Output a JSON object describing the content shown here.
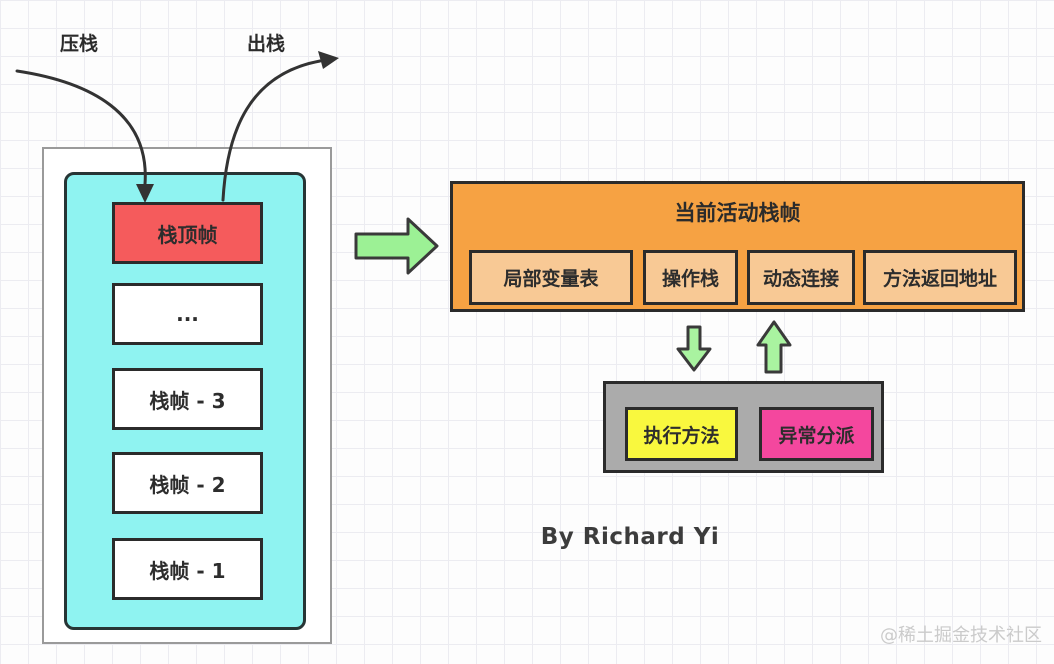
{
  "diagram": {
    "push_label": "压栈",
    "pop_label": "出栈",
    "stack": {
      "frames": [
        {
          "id": "top-frame",
          "label": "栈顶帧"
        },
        {
          "id": "ellipsis-frame",
          "label": "..."
        },
        {
          "id": "frame-3",
          "label": "栈帧 - 3"
        },
        {
          "id": "frame-2",
          "label": "栈帧 - 2"
        },
        {
          "id": "frame-1",
          "label": "栈帧 - 1"
        }
      ]
    },
    "active_frame": {
      "title": "当前活动栈帧",
      "parts": [
        {
          "label": "局部变量表"
        },
        {
          "label": "操作栈"
        },
        {
          "label": "动态连接"
        },
        {
          "label": "方法返回地址"
        }
      ]
    },
    "execution_engine": {
      "items": [
        {
          "label": "执行方法"
        },
        {
          "label": "异常分派"
        }
      ]
    },
    "byline": "By Richard Yi",
    "watermark": "@稀土掘金技术社区"
  },
  "colors": {
    "top_frame_fill": "#f55b5c",
    "stack_container_fill": "#8ff3f1",
    "active_frame_fill": "#f6a243",
    "active_part_fill": "#f8c995",
    "engine_fill": "#ababab",
    "execute_method_fill": "#f9f83e",
    "exception_dispatch_fill": "#f4479e",
    "flow_arrow_fill": "#9cf195",
    "outline": "#2b2b2b"
  }
}
